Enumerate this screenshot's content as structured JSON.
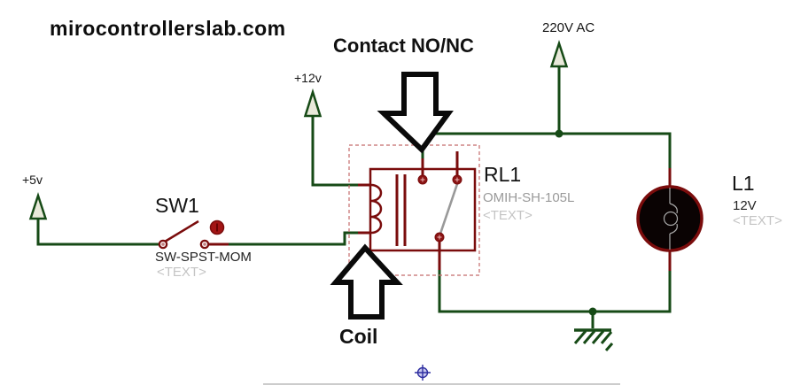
{
  "header": {
    "site_title": "mirocontrollerslab.com"
  },
  "annotations": {
    "contact_label": "Contact NO/NC",
    "coil_label": "Coil"
  },
  "power_rails": {
    "ac_label": "220V AC",
    "v12_label": "+12v",
    "v5_label": "+5v"
  },
  "components": {
    "switch": {
      "ref": "SW1",
      "part": "SW-SPST-MOM",
      "placeholder": "<TEXT>"
    },
    "relay": {
      "ref": "RL1",
      "part": "OMIH-SH-105L",
      "placeholder": "<TEXT>"
    },
    "lamp": {
      "ref": "L1",
      "value": "12V",
      "placeholder": "<TEXT>"
    }
  },
  "colors": {
    "wire_green": "#164a16",
    "component_red": "#7a0c0c",
    "selection_dash": "#c46a6a",
    "contact_lever_gray": "#999999",
    "part_text_gray": "#9a9a9a",
    "muted_text": "#c4c4c4",
    "annotation_black": "#111111",
    "power_arrow_fill": "#e9e9da",
    "lamp_fill": "#0a0303",
    "origin_marker_blue": "#2f2fa0"
  }
}
